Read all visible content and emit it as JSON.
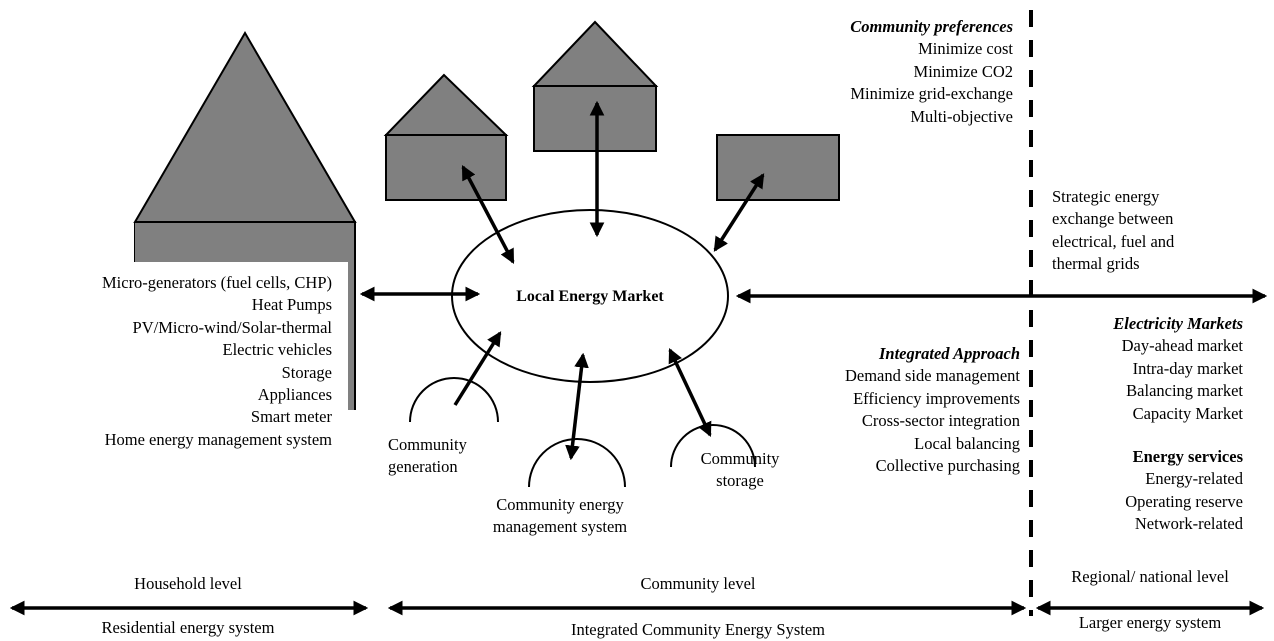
{
  "community_preferences": {
    "title": "Community preferences",
    "items": [
      "Minimize cost",
      "Minimize CO2",
      "Minimize grid-exchange",
      "Multi-objective"
    ]
  },
  "strategic_exchange": [
    "Strategic energy",
    "exchange between",
    "electrical, fuel and",
    "thermal grids"
  ],
  "household_devices": [
    "Micro-generators (fuel cells, CHP)",
    "Heat Pumps",
    "PV/Micro-wind/Solar-thermal",
    "Electric vehicles",
    "Storage",
    "Appliances",
    "Smart meter",
    "Home energy management system"
  ],
  "market_label": "Local Energy Market",
  "integrated_approach": {
    "title": "Integrated Approach",
    "items": [
      "Demand side management",
      "Efficiency improvements",
      "Cross-sector integration",
      "Local balancing",
      "Collective purchasing"
    ]
  },
  "electricity_markets": {
    "title": "Electricity  Markets",
    "items": [
      "Day-ahead market",
      "Intra-day market",
      "Balancing market",
      "Capacity Market"
    ]
  },
  "energy_services": {
    "title": "Energy services",
    "items": [
      "Energy-related",
      "Operating reserve",
      "Network-related"
    ]
  },
  "community_generation": [
    "Community",
    "generation"
  ],
  "community_ems": [
    "Community energy",
    "management system"
  ],
  "community_storage": [
    "Community",
    "storage"
  ],
  "levels": {
    "household": "Household level",
    "community": "Community level",
    "regional": "Regional/ national level"
  },
  "systems": {
    "residential": "Residential energy system",
    "integrated": "Integrated Community Energy System",
    "larger": "Larger energy system"
  },
  "colors": {
    "house_fill": "#808080",
    "line": "#000000"
  }
}
